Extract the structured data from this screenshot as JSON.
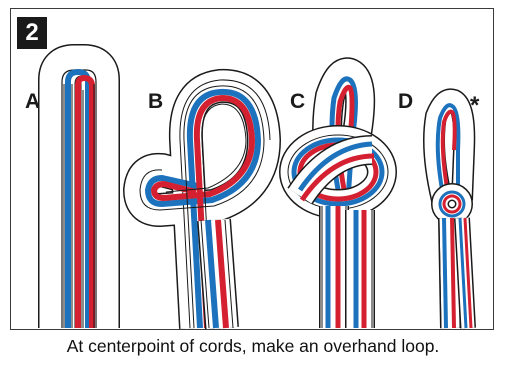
{
  "step_number": "2",
  "labels": {
    "a": "A",
    "b": "B",
    "c": "C",
    "d": "D"
  },
  "asterisk": "*",
  "caption": "At centerpoint of cords, make an overhand loop.",
  "colors": {
    "red": "#d42030",
    "blue": "#1c72bd",
    "white": "#ffffff",
    "outline": "#1a1a1a"
  },
  "icons": [
    "cord-straight",
    "cord-loop",
    "overhand-knot",
    "finished-loop-knot"
  ]
}
